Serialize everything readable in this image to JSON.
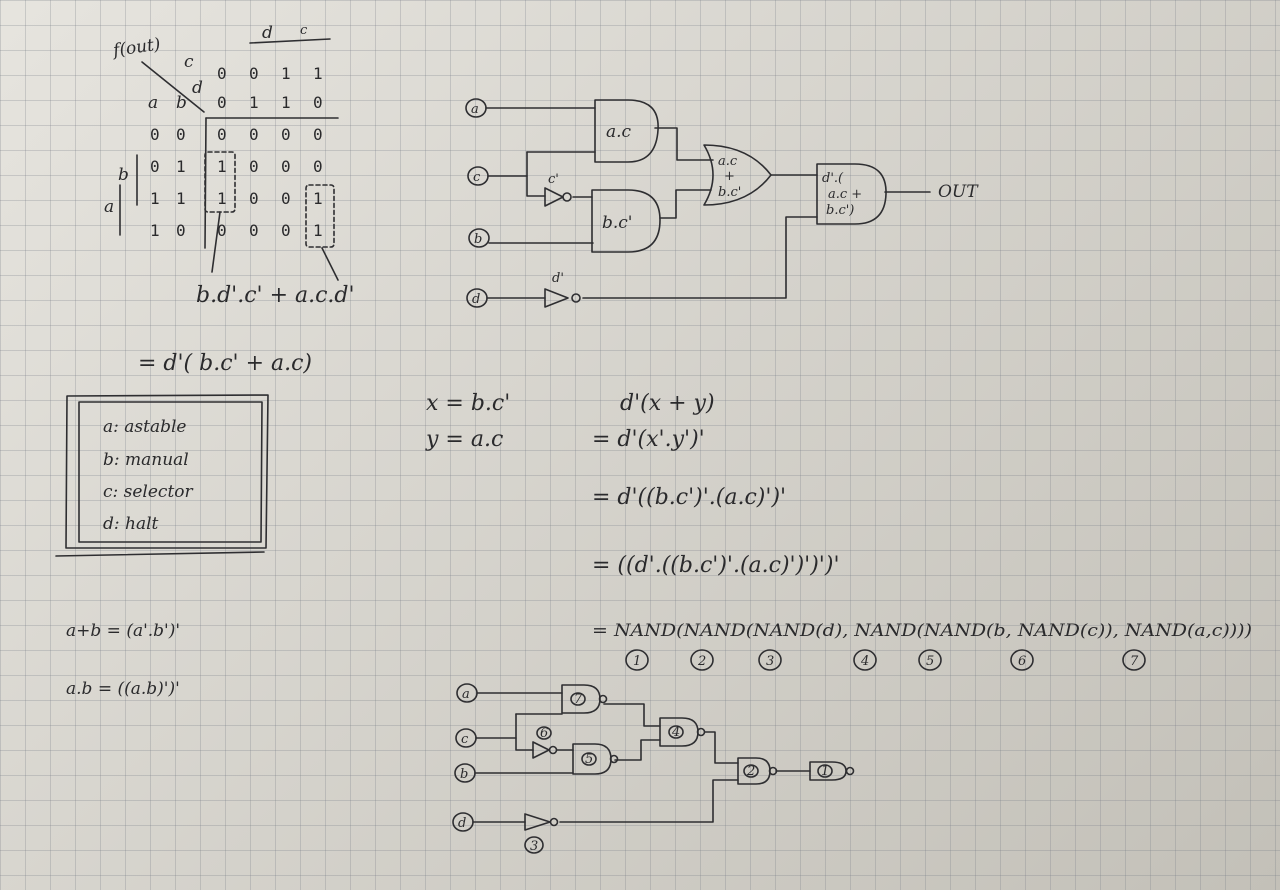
{
  "kmap": {
    "title": "f(out)",
    "corner_c": "c",
    "corner_d": "d",
    "corner_a": "a",
    "corner_b": "b",
    "top_label": "d",
    "top_label2": "c",
    "side_b": "b",
    "side_a": "a",
    "c_header": [
      "0",
      "0",
      "1",
      "1"
    ],
    "d_header": [
      "0",
      "1",
      "1",
      "0"
    ],
    "rows": [
      {
        "a": "0",
        "b": "0",
        "cells": [
          "0",
          "0",
          "0",
          "0"
        ]
      },
      {
        "a": "0",
        "b": "1",
        "cells": [
          "1",
          "0",
          "0",
          "0"
        ]
      },
      {
        "a": "1",
        "b": "1",
        "cells": [
          "1",
          "0",
          "0",
          "1"
        ]
      },
      {
        "a": "1",
        "b": "0",
        "cells": [
          "0",
          "0",
          "0",
          "1"
        ]
      }
    ],
    "sop": "b.d'.c' + a.c.d'",
    "factored": "= d'( b.c' + a.c)"
  },
  "legend": {
    "items": [
      "a: astable",
      "b: manual",
      "c: selector",
      "d: halt"
    ]
  },
  "demorgan": {
    "or_rule": "a+b = (a'.b')'",
    "and_rule": "a.b = ((a.b)')'"
  },
  "subs": {
    "x": "x = b.c'",
    "y": "y = a.c"
  },
  "derivation": {
    "lines": [
      "d'(x + y)",
      "= d'(x'.y')'",
      "= d'((b.c')'.(a.c)')'",
      "= ((d'.((b.c')'.(a.c)')')')'",
      "= NAND(NAND(NAND(d), NAND(NAND(b, NAND(c)), NAND(a,c))))"
    ],
    "circled": [
      "1",
      "2",
      "3",
      "4",
      "5",
      "6",
      "7"
    ]
  },
  "circuit1": {
    "inputs": [
      "a",
      "c",
      "b",
      "d"
    ],
    "gate_and_ac": "a.c",
    "gate_and_bc": "b.c'",
    "gate_or": [
      "a.c",
      "+",
      "b.c'"
    ],
    "gate_out": [
      "d'.(",
      "a.c +",
      "b.c')"
    ],
    "not_c": "c'",
    "not_d": "d'",
    "output": "OUT"
  },
  "circuit2": {
    "inputs": [
      "a",
      "c",
      "b",
      "d"
    ],
    "gates": [
      "7",
      "6",
      "5",
      "4",
      "2",
      "1",
      "3"
    ]
  }
}
